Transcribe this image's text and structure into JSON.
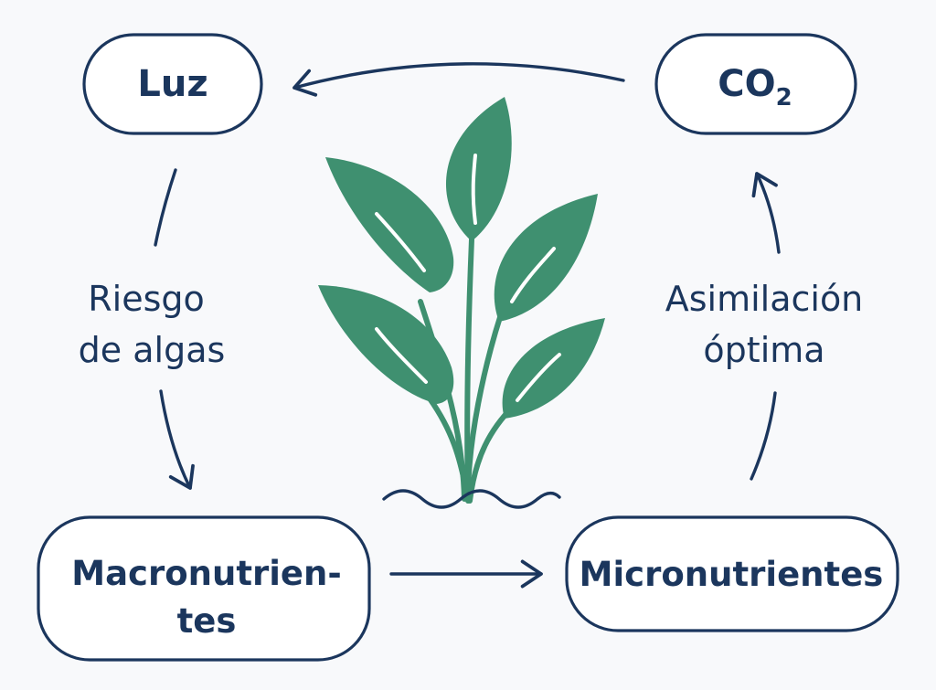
{
  "nodes": {
    "luz": {
      "label": "Luz"
    },
    "co2": {
      "label": "CO",
      "subscript": "2"
    },
    "macro": {
      "label_line1": "Macronutrien-",
      "label_line2": "tes"
    },
    "micro": {
      "label": "Micronutrientes"
    }
  },
  "edges": {
    "left": {
      "label_line1": "Riesgo",
      "label_line2": "de algas"
    },
    "right": {
      "label_line1": "Asimilación",
      "label_line2": "óptima"
    }
  },
  "icons": {
    "center": "aquatic-plant-icon"
  },
  "colors": {
    "navy": "#1b365d",
    "green": "#3f9070",
    "background": "#f8f9fb"
  }
}
